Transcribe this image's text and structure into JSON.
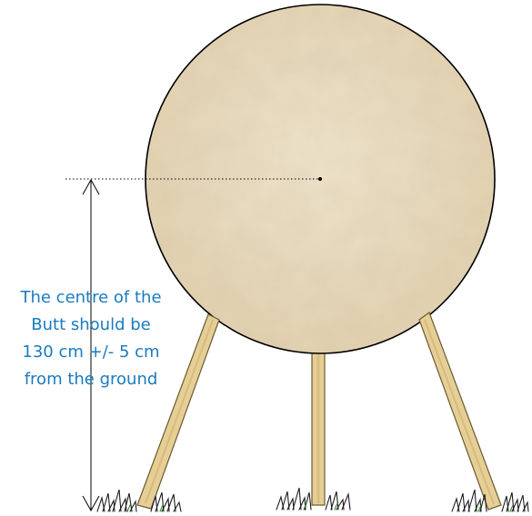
{
  "caption": {
    "lines": [
      "The centre of the",
      "Butt should be",
      "130 cm +/- 5 cm",
      "from the ground"
    ]
  },
  "colors": {
    "caption_text": "#1a7bc0",
    "butt_fill": "#e9dcc0",
    "butt_outline": "#000000",
    "leg_fill": "#e6cf97",
    "leg_outline": "#6b5a2e",
    "grass": "#1c1c1c",
    "grass_tint": "#2f8a2f",
    "guide_line": "#000000"
  },
  "icons": {
    "target_butt": "straw-butt",
    "leg": "wooden-stand-leg",
    "grass": "grass-tuft"
  }
}
